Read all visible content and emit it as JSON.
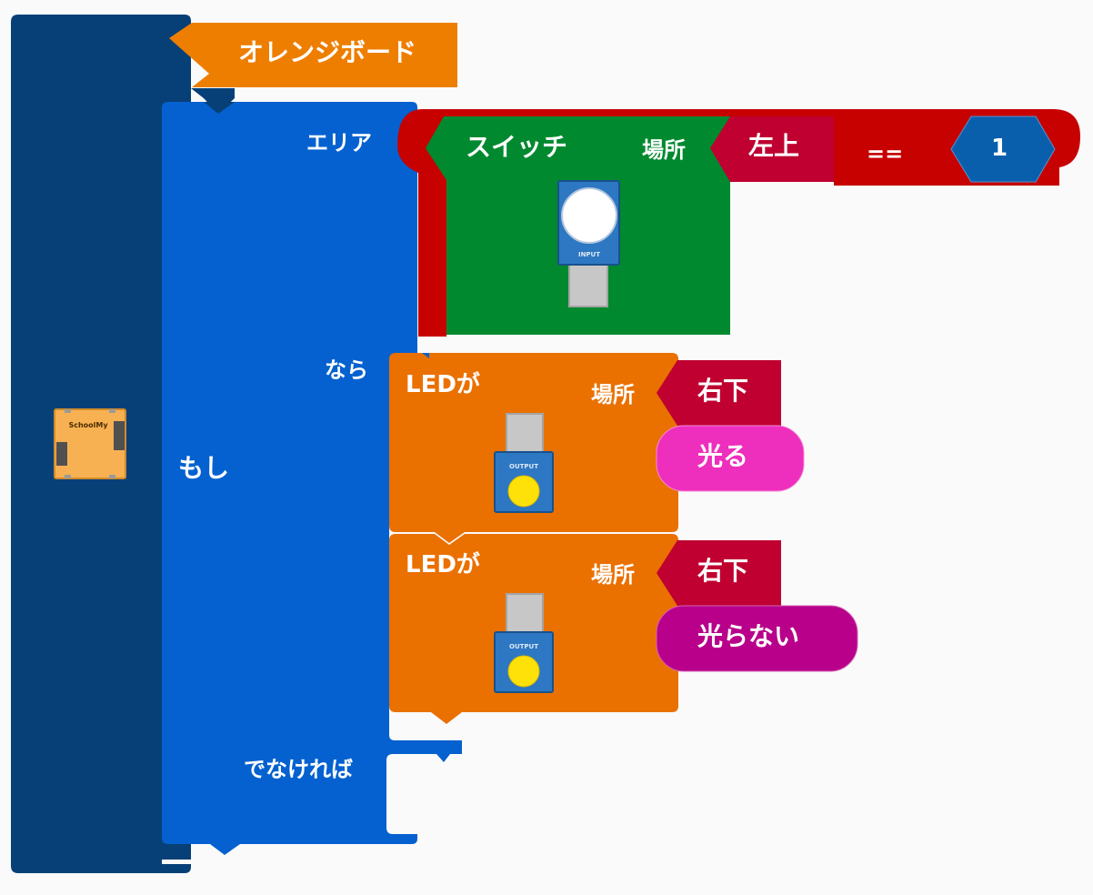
{
  "board": {
    "title": "オレンジボード",
    "icon": "orange-board-icon",
    "icon_label": "SchoolMy"
  },
  "if_block": {
    "if_label": "もし",
    "then_label": "なら",
    "else_label": "でなければ"
  },
  "condition": {
    "area_label": "エリア",
    "sensor_label": "スイッチ",
    "place_label": "場所",
    "place_value": "左上",
    "operator": "==",
    "compare_value": "1",
    "sensor_icon": "switch-module-icon",
    "sensor_icon_label": "INPUT"
  },
  "led_blocks": [
    {
      "label": "LEDが",
      "place_label": "場所",
      "place_value": "右下",
      "action": "光る",
      "icon": "led-module-icon",
      "icon_label": "OUTPUT"
    },
    {
      "label": "LEDが",
      "place_label": "場所",
      "place_value": "右下",
      "action": "光らない",
      "icon": "led-module-icon",
      "icon_label": "OUTPUT"
    }
  ],
  "colors": {
    "board": "#074077",
    "if_block": "#0461cf",
    "condition": "#c70000",
    "sensor": "#00892f",
    "place": "#bf0030",
    "number": "#0a5fad",
    "header": "#ee7e00",
    "led": "#ea7000",
    "action_on": "#ee2ebd",
    "action_off": "#b8008a"
  }
}
